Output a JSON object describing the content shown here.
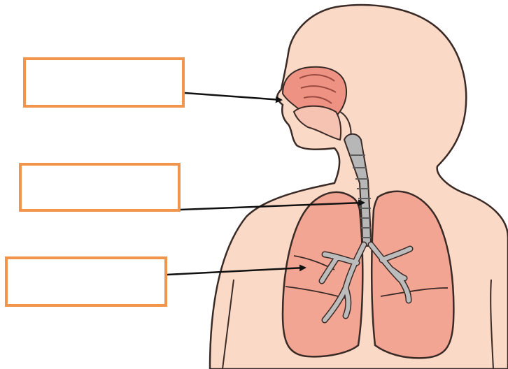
{
  "colors": {
    "label_border": "#f0954b",
    "skin": "#fbd9c7",
    "outline": "#3a2a26",
    "lung": "#f3a594",
    "nasal": "#ee9383",
    "airway": "#b7b7b7",
    "arrow": "#111111"
  },
  "labels": [
    {
      "id": "nose",
      "text": ""
    },
    {
      "id": "trachea",
      "text": ""
    },
    {
      "id": "lungs",
      "text": ""
    }
  ]
}
